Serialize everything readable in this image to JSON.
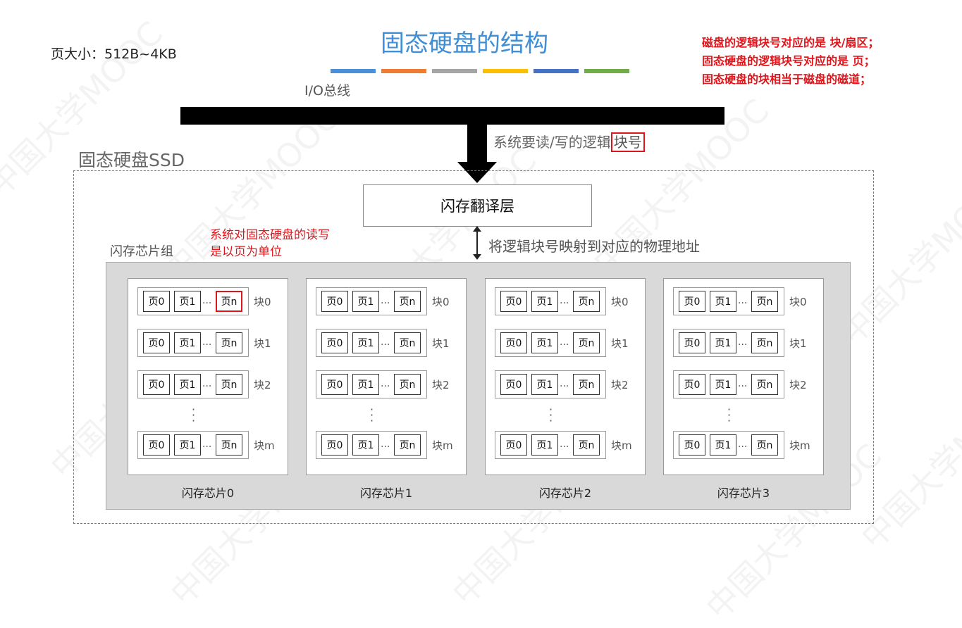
{
  "title": "固态硬盘的结构",
  "page_size": "页大小：512B~4KB",
  "notes": [
    "磁盘的逻辑块号对应的是 块/扇区；",
    "固态硬盘的逻辑块号对应的是 页；",
    "固态硬盘的块相当于磁盘的磁道；"
  ],
  "colors": {
    "title": "#3f8ed6",
    "note": "#e0151b",
    "strip": [
      "#4a90d9",
      "#ef7d31",
      "#a5a5a5",
      "#fcbf00",
      "#4472c4",
      "#70ad47"
    ]
  },
  "io_bus_label": "I/O总线",
  "request_label_prefix": "系统要读/写的逻辑",
  "request_label_highlight": "块号",
  "ssd_label": "固态硬盘SSD",
  "ftl_label": "闪存翻译层",
  "mapping_label": "将逻辑块号映射到对应的物理地址",
  "chip_group_label": "闪存芯片组",
  "io_note": [
    "系统对固态硬盘的读写",
    "是以页为单位"
  ],
  "chips": [
    {
      "label": "闪存芯片0"
    },
    {
      "label": "闪存芯片1"
    },
    {
      "label": "闪存芯片2"
    },
    {
      "label": "闪存芯片3"
    }
  ],
  "blocks": [
    {
      "label": "块0",
      "pages": [
        "页0",
        "页1",
        "页n"
      ]
    },
    {
      "label": "块1",
      "pages": [
        "页0",
        "页1",
        "页n"
      ]
    },
    {
      "label": "块2",
      "pages": [
        "页0",
        "页1",
        "页n"
      ]
    },
    {
      "label": "块m",
      "pages": [
        "页0",
        "页1",
        "页n"
      ]
    }
  ],
  "ellipsis": "...",
  "watermark": "中国大学MOOC"
}
